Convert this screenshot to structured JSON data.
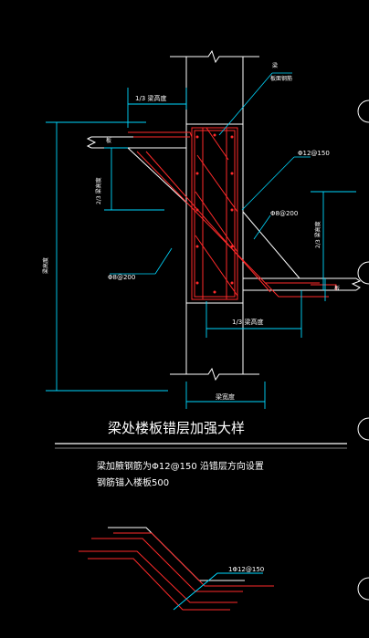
{
  "colors": {
    "background": "#000000",
    "column_outline": "#ffffff",
    "rebar": "#ff2a2a",
    "dimension": "#00d8ff",
    "leader": "#00ff66",
    "stirrup": "#ff2a2a",
    "text": "#ffffff",
    "grid": "#ffffff"
  },
  "labels": {
    "dim_top": "1/3 梁高度",
    "dim_bottom": "1/3 梁高度",
    "dim_left_span": "2/3 梁高度",
    "dim_right_span": "2/3 梁高度",
    "dim_total_height": "梁高度",
    "dim_beam_width": "梁宽度",
    "callout_top_a": "梁",
    "callout_top_b": "板面钢筋",
    "callout_left_slab": "板",
    "callout_right_slab": "板",
    "rebar_phi12": "Φ12@150",
    "rebar_phi8_right": "Φ8@200",
    "rebar_phi8_left": "Φ8@200",
    "rebar_bottom": "1Φ12@150"
  },
  "title": "梁处楼板错层加强大样",
  "notes": [
    "梁加腋钢筋为Φ12@150 沿错层方向设置",
    "钢筋锚入楼板500"
  ]
}
